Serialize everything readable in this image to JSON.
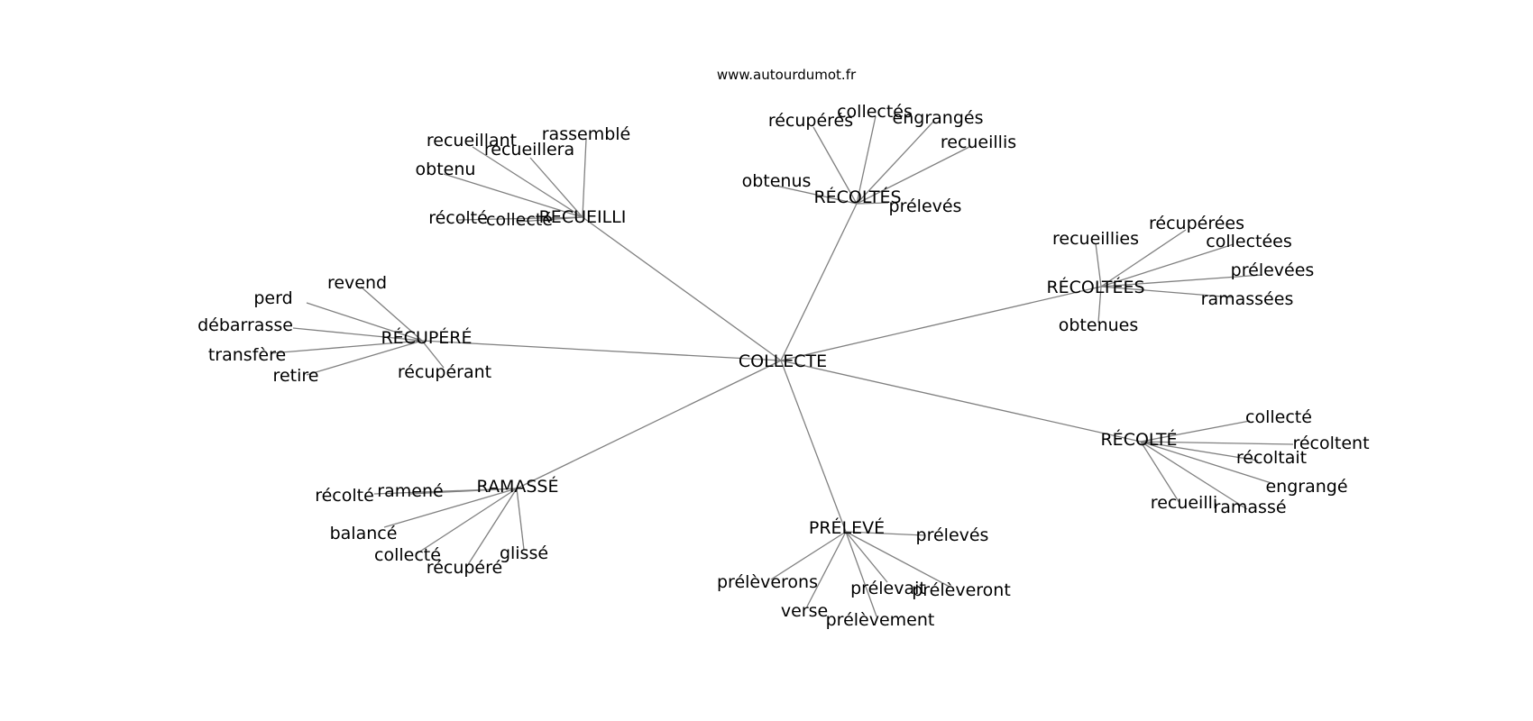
{
  "site": "www.autourdumot.fr",
  "graph": {
    "root": "COLLECTE",
    "clusters": [
      {
        "hub": "RÉCOLTÉS",
        "leaves": [
          "récupérés",
          "collectés",
          "engrangés",
          "recueillis",
          "prélevés",
          "obtenus"
        ]
      },
      {
        "hub": "RECUEILLI",
        "leaves": [
          "rassemblé",
          "recueillera",
          "recueillant",
          "obtenu",
          "récolté",
          "collecté"
        ]
      },
      {
        "hub": "RÉCOLTÉES",
        "leaves": [
          "recueillies",
          "récupérées",
          "collectées",
          "prélevées",
          "ramassées",
          "obtenues"
        ]
      },
      {
        "hub": "RÉCUPÉRÉ",
        "leaves": [
          "revend",
          "perd",
          "débarrasse",
          "transfère",
          "retire",
          "récupérant"
        ]
      },
      {
        "hub": "RÉCOLTÉ",
        "leaves": [
          "collecté",
          "récoltent",
          "récoltait",
          "engrangé",
          "ramassé",
          "recueilli"
        ]
      },
      {
        "hub": "RAMASSÉ",
        "leaves": [
          "ramené",
          "récolté",
          "balancé",
          "collecté",
          "récupéré",
          "glissé"
        ]
      },
      {
        "hub": "PRÉLEVÉ",
        "leaves": [
          "prélevés",
          "prélèverons",
          "verse",
          "prélèvement",
          "prélevait",
          "prélèveront"
        ]
      }
    ]
  }
}
